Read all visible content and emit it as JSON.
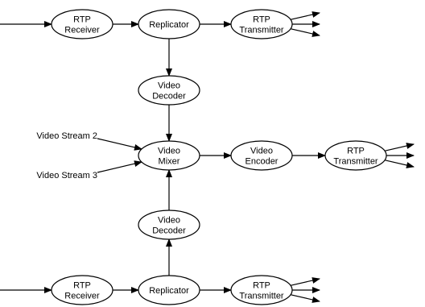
{
  "diagram": {
    "nodes": [
      {
        "id": "rtp-receiver-top",
        "lines": [
          "RTP",
          "Receiver"
        ]
      },
      {
        "id": "replicator-top",
        "lines": [
          "Replicator"
        ]
      },
      {
        "id": "rtp-transmitter-top",
        "lines": [
          "RTP",
          "Transmitter"
        ]
      },
      {
        "id": "video-decoder-top",
        "lines": [
          "Video",
          "Decoder"
        ]
      },
      {
        "id": "video-mixer",
        "lines": [
          "Video",
          "Mixer"
        ]
      },
      {
        "id": "video-encoder",
        "lines": [
          "Video",
          "Encoder"
        ]
      },
      {
        "id": "rtp-transmitter-middle",
        "lines": [
          "RTP",
          "Transmitter"
        ]
      },
      {
        "id": "video-decoder-bottom",
        "lines": [
          "Video",
          "Decoder"
        ]
      },
      {
        "id": "rtp-receiver-bottom",
        "lines": [
          "RTP",
          "Receiver"
        ]
      },
      {
        "id": "replicator-bottom",
        "lines": [
          "Replicator"
        ]
      },
      {
        "id": "rtp-transmitter-bottom",
        "lines": [
          "RTP",
          "Transmitter"
        ]
      }
    ],
    "inputs": [
      {
        "id": "video-stream-2",
        "label": "Video Stream 2"
      },
      {
        "id": "video-stream-3",
        "label": "Video Stream 3"
      }
    ],
    "edges": [
      {
        "from": "rtp-receiver-top",
        "to": "replicator-top"
      },
      {
        "from": "replicator-top",
        "to": "rtp-transmitter-top"
      },
      {
        "from": "replicator-top",
        "to": "video-decoder-top"
      },
      {
        "from": "video-decoder-top",
        "to": "video-mixer"
      },
      {
        "from": "video-stream-2",
        "to": "video-mixer"
      },
      {
        "from": "video-stream-3",
        "to": "video-mixer"
      },
      {
        "from": "video-mixer",
        "to": "video-encoder"
      },
      {
        "from": "video-encoder",
        "to": "rtp-transmitter-middle"
      },
      {
        "from": "video-decoder-bottom",
        "to": "video-mixer"
      },
      {
        "from": "replicator-bottom",
        "to": "video-decoder-bottom"
      },
      {
        "from": "rtp-receiver-bottom",
        "to": "replicator-bottom"
      },
      {
        "from": "replicator-bottom",
        "to": "rtp-transmitter-bottom"
      }
    ]
  }
}
